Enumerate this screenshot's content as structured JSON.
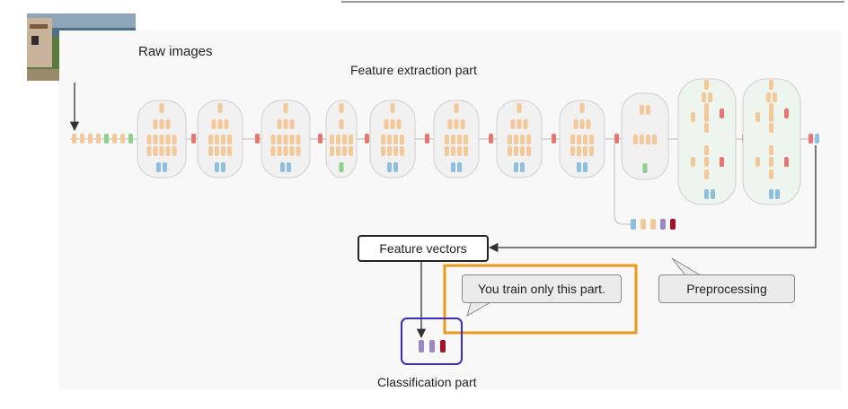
{
  "labels": {
    "raw_images": "Raw images",
    "feature_extraction": "Feature extraction part",
    "feature_vectors": "Feature vectors",
    "train_note": "You train only this part.",
    "preprocessing": "Preprocessing",
    "classification": "Classification part"
  },
  "colors": {
    "orange": "#f5c89a",
    "red": "#e87570",
    "blue": "#8dbfe0",
    "green": "#8cd08c",
    "purple": "#9c86c6",
    "dark_red": "#a3142c",
    "frame_orange": "#e89a18",
    "frame_blue": "#3a2ec0"
  },
  "icons": {
    "photo": "pool-photo-icon"
  }
}
